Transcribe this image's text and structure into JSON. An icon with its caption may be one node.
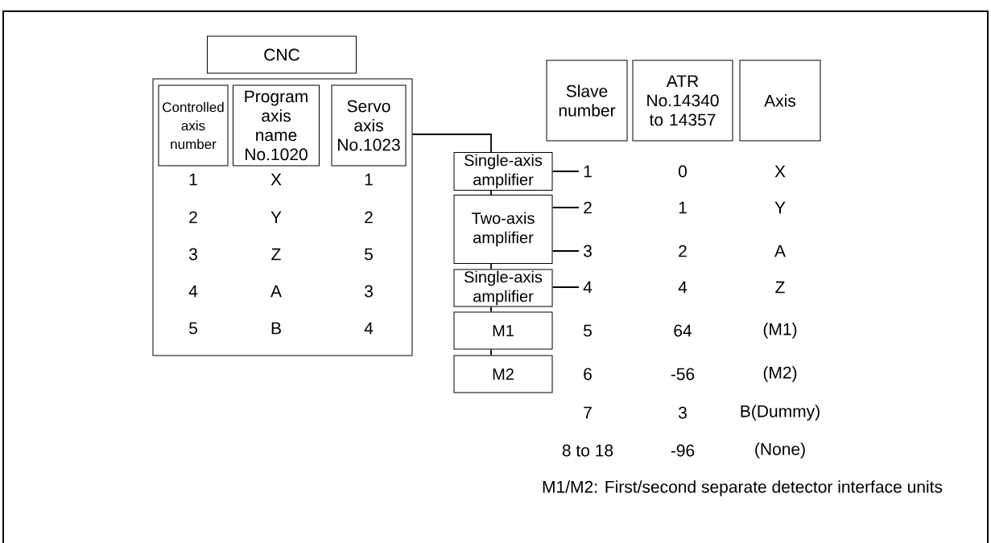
{
  "diagram": {
    "nodes": [
      {
        "text": [
          "CNC"
        ]
      },
      {
        "text": [],
        "shape": "box"
      },
      {
        "text": [
          "Controlled axis number"
        ],
        "in": 1
      },
      {
        "text": [
          "Program axis name No.1020"
        ],
        "in": 1
      },
      {
        "text": [
          "Servo axis No.1023"
        ],
        "in": 1
      },
      {
        "text": [
          "Single-axis amplifier"
        ]
      },
      {
        "text": [
          "Two-axis amplifier"
        ]
      },
      {
        "text": [
          "Single-axis amplifier"
        ]
      },
      {
        "text": [
          "M1"
        ]
      },
      {
        "text": [
          "M2"
        ]
      },
      {
        "text": [
          "Slave number"
        ]
      },
      {
        "text": [
          "ATR No.14340 to 14357"
        ]
      },
      {
        "text": [
          "Axis"
        ]
      },
      {
        "text": [
          "1"
        ]
      },
      {
        "text": [
          "2"
        ]
      },
      {
        "text": [
          "3"
        ]
      },
      {
        "text": [
          "4"
        ]
      }
    ],
    "edges": [
      {
        "from": 1,
        "to": 5,
        "arrow": "none"
      },
      {
        "from": 5,
        "to": 6,
        "arrow": "none"
      },
      {
        "from": 6,
        "to": 7,
        "arrow": "none"
      },
      {
        "from": 7,
        "to": 8,
        "arrow": "none"
      },
      {
        "from": 8,
        "to": 9,
        "arrow": "none"
      },
      {
        "from": 5,
        "to": 13,
        "arrow": "none"
      },
      {
        "from": 6,
        "to": 14,
        "arrow": "none"
      },
      {
        "from": 6,
        "to": 15,
        "arrow": "none"
      },
      {
        "from": 7,
        "to": 16,
        "arrow": "none"
      }
    ],
    "labels": [
      "1",
      "X",
      "1",
      "2",
      "Y",
      "2",
      "3",
      "Z",
      "5",
      "4",
      "A",
      "3",
      "5",
      "B",
      "4",
      "0",
      "X",
      "1",
      "Y",
      "2",
      "A",
      "4",
      "Z",
      "5",
      "64",
      "(M1)",
      "6",
      "-56",
      "(M2)",
      "7",
      "3",
      "B(Dummy)",
      "8 to 18",
      "-96",
      "(None)",
      "M1/M2: First/second separate detector interface units"
    ]
  }
}
